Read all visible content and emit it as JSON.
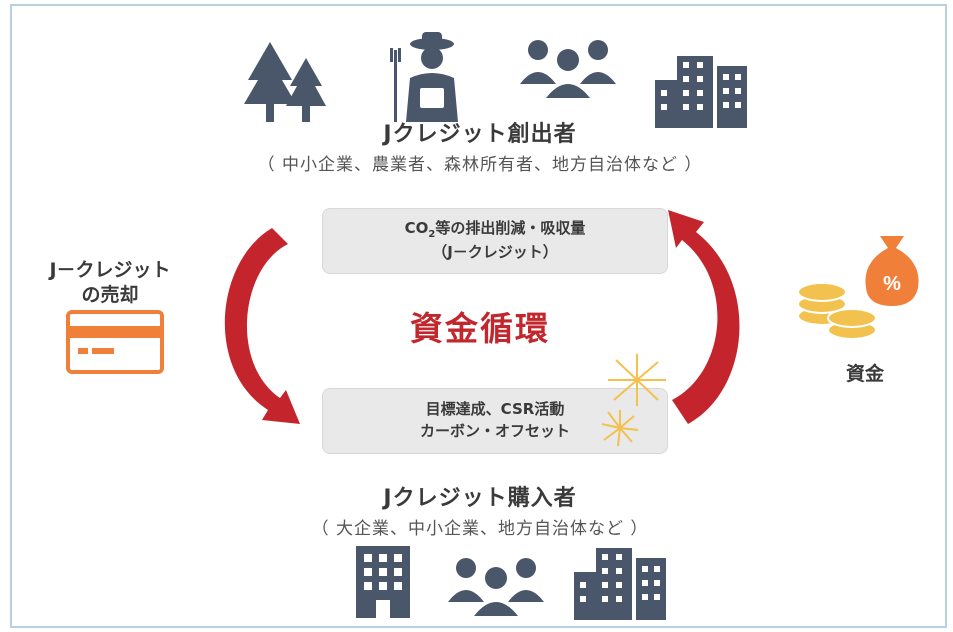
{
  "creator": {
    "title": "Jクレジット創出者",
    "subtitle": "（ 中小企業、農業者、森林所有者、地方自治体など ）",
    "icons": [
      "trees-icon",
      "farmer-icon",
      "people-icon",
      "buildings-icon"
    ]
  },
  "upper_box": {
    "line1_prefix": "CO",
    "line1_sub": "2",
    "line1_rest": "等の排出削減・吸収量",
    "line2": "（J－クレジット）"
  },
  "center": {
    "label": "資金循環"
  },
  "lower_box": {
    "line1": "目標達成、CSR活動",
    "line2": "カーボン・オフセット"
  },
  "left": {
    "line1": "J－クレジット",
    "line2": "の売却"
  },
  "right": {
    "label": "資金",
    "bag_symbol": "%"
  },
  "buyer": {
    "title": "Jクレジット購入者",
    "subtitle": "（ 大企業、中小企業、地方自治体など ）",
    "icons": [
      "office-building-icon",
      "people-icon",
      "buildings-icon"
    ]
  },
  "colors": {
    "icon": "#4a5669",
    "arrow": "#c4252c",
    "orange": "#f07f3a",
    "coin": "#f2c14e",
    "box": "#e9e9e9"
  }
}
